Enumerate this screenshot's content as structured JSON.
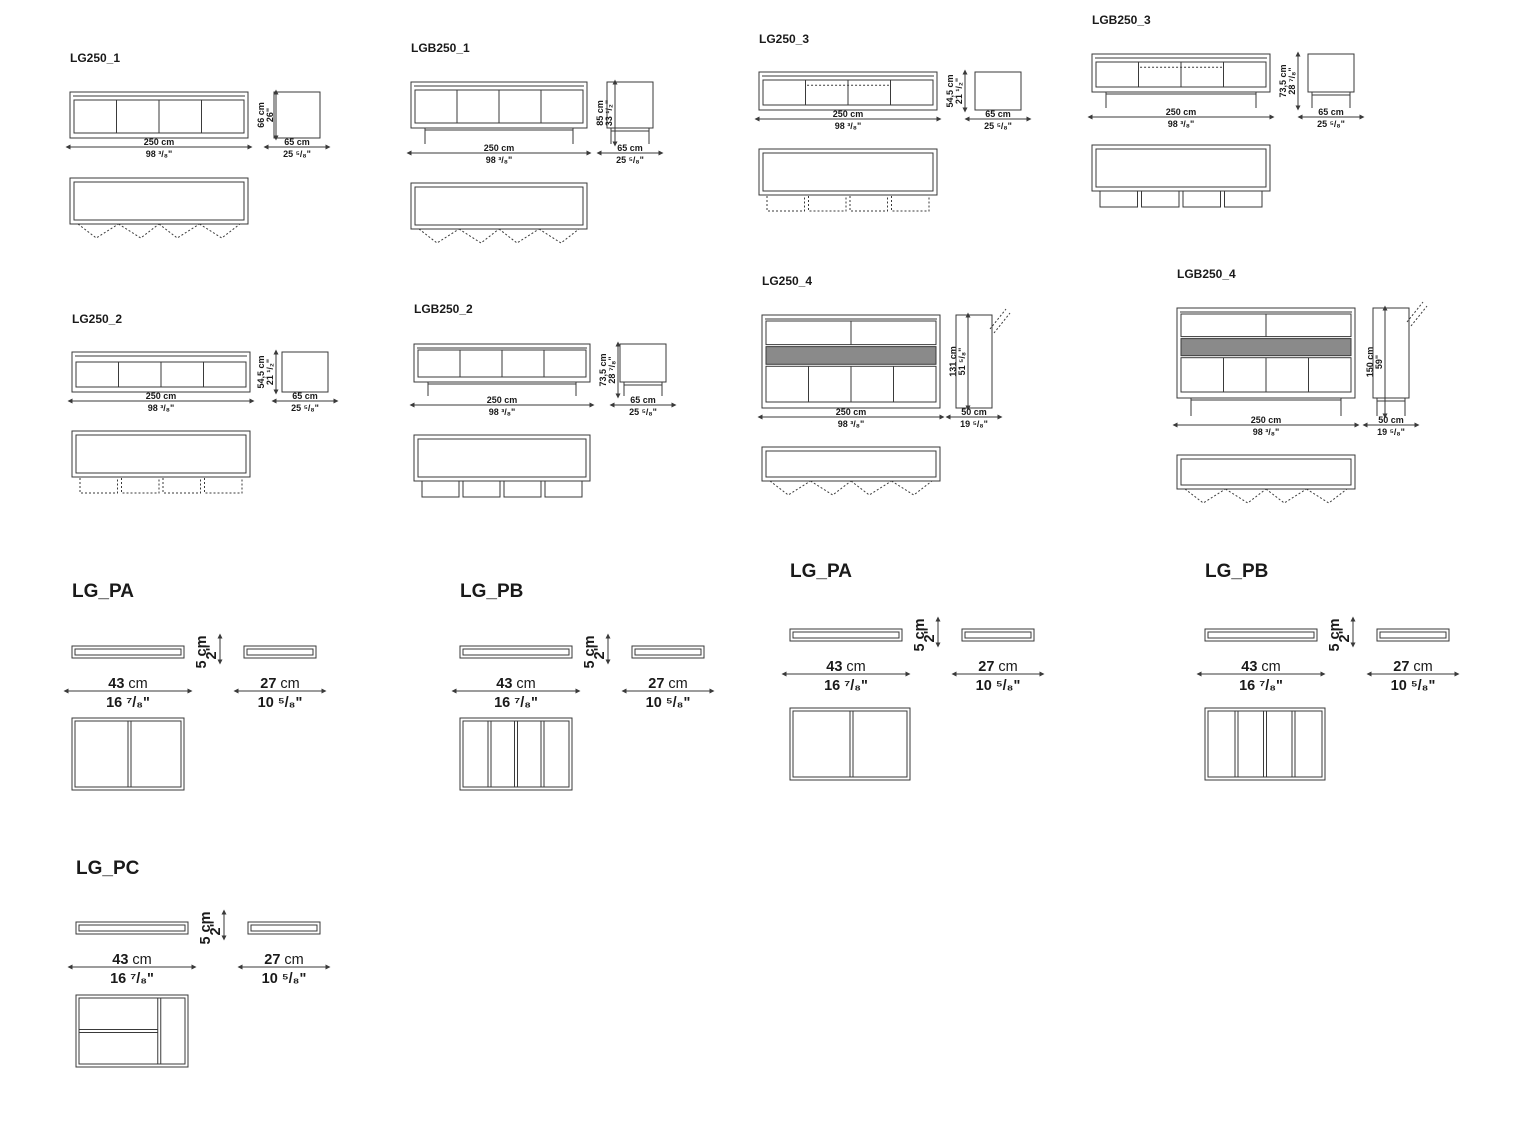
{
  "colors": {
    "line": "#3a3a3a",
    "fill_dark": "#8a8a8a",
    "text": "#1a1a1a"
  },
  "sideboards": {
    "LG250_1": {
      "code": "LG250_1",
      "width_cm": "250 cm",
      "width_in": "98 ³/₈\"",
      "height_cm": "66 cm",
      "height_in": "26\"",
      "depth_cm": "65 cm",
      "depth_in": "25 ⁵/₈\""
    },
    "LGB250_1": {
      "code": "LGB250_1",
      "width_cm": "250 cm",
      "width_in": "98 ³/₈\"",
      "height_cm": "85 cm",
      "height_in": "33 ¹/₂\"",
      "depth_cm": "65 cm",
      "depth_in": "25 ⁵/₈\""
    },
    "LG250_3": {
      "code": "LG250_3",
      "width_cm": "250 cm",
      "width_in": "98 ³/₈\"",
      "height_cm": "54,5 cm",
      "height_in": "21 ¹/₂\"",
      "depth_cm": "65 cm",
      "depth_in": "25 ⁵/₈\""
    },
    "LGB250_3": {
      "code": "LGB250_3",
      "width_cm": "250 cm",
      "width_in": "98 ³/₈\"",
      "height_cm": "73,5 cm",
      "height_in": "28 ⁷/₈\"",
      "depth_cm": "65 cm",
      "depth_in": "25 ⁵/₈\""
    },
    "LG250_2": {
      "code": "LG250_2",
      "width_cm": "250 cm",
      "width_in": "98 ³/₈\"",
      "height_cm": "54,5 cm",
      "height_in": "21 ¹/₂\"",
      "depth_cm": "65 cm",
      "depth_in": "25 ⁵/₈\""
    },
    "LGB250_2": {
      "code": "LGB250_2",
      "width_cm": "250 cm",
      "width_in": "98 ³/₈\"",
      "height_cm": "73,5 cm",
      "height_in": "28 ⁷/₈\"",
      "depth_cm": "65 cm",
      "depth_in": "25 ⁵/₈\""
    },
    "LG250_4": {
      "code": "LG250_4",
      "width_cm": "250 cm",
      "width_in": "98 ³/₈\"",
      "height_cm": "131 cm",
      "height_in": "51 ⁵/₈\"",
      "depth_cm": "50 cm",
      "depth_in": "19 ⁵/₈\""
    },
    "LGB250_4": {
      "code": "LGB250_4",
      "width_cm": "250 cm",
      "width_in": "98 ³/₈\"",
      "height_cm": "150 cm",
      "height_in": "59\"",
      "depth_cm": "50 cm",
      "depth_in": "19 ⁵/₈\""
    }
  },
  "accessories": {
    "LG_PA_a": {
      "code": "LG_PA",
      "width_num": "43",
      "depth_num": "27",
      "unit": "cm",
      "width_in": "16 ⁷/₈\"",
      "depth_in": "10 ⁵/₈\"",
      "height_cm": "5 cm",
      "height_in": "2\""
    },
    "LG_PB_a": {
      "code": "LG_PB",
      "width_num": "43",
      "depth_num": "27",
      "unit": "cm",
      "width_in": "16 ⁷/₈\"",
      "depth_in": "10 ⁵/₈\"",
      "height_cm": "5 cm",
      "height_in": "2\""
    },
    "LG_PA_b": {
      "code": "LG_PA",
      "width_num": "43",
      "depth_num": "27",
      "unit": "cm",
      "width_in": "16 ⁷/₈\"",
      "depth_in": "10 ⁵/₈\"",
      "height_cm": "5 cm",
      "height_in": "2\""
    },
    "LG_PB_b": {
      "code": "LG_PB",
      "width_num": "43",
      "depth_num": "27",
      "unit": "cm",
      "width_in": "16 ⁷/₈\"",
      "depth_in": "10 ⁵/₈\"",
      "height_cm": "5 cm",
      "height_in": "2\""
    },
    "LG_PC": {
      "code": "LG_PC",
      "width_num": "43",
      "depth_num": "27",
      "unit": "cm",
      "width_in": "16 ⁷/₈\"",
      "depth_in": "10 ⁵/₈\"",
      "height_cm": "5 cm",
      "height_in": "2\""
    }
  }
}
